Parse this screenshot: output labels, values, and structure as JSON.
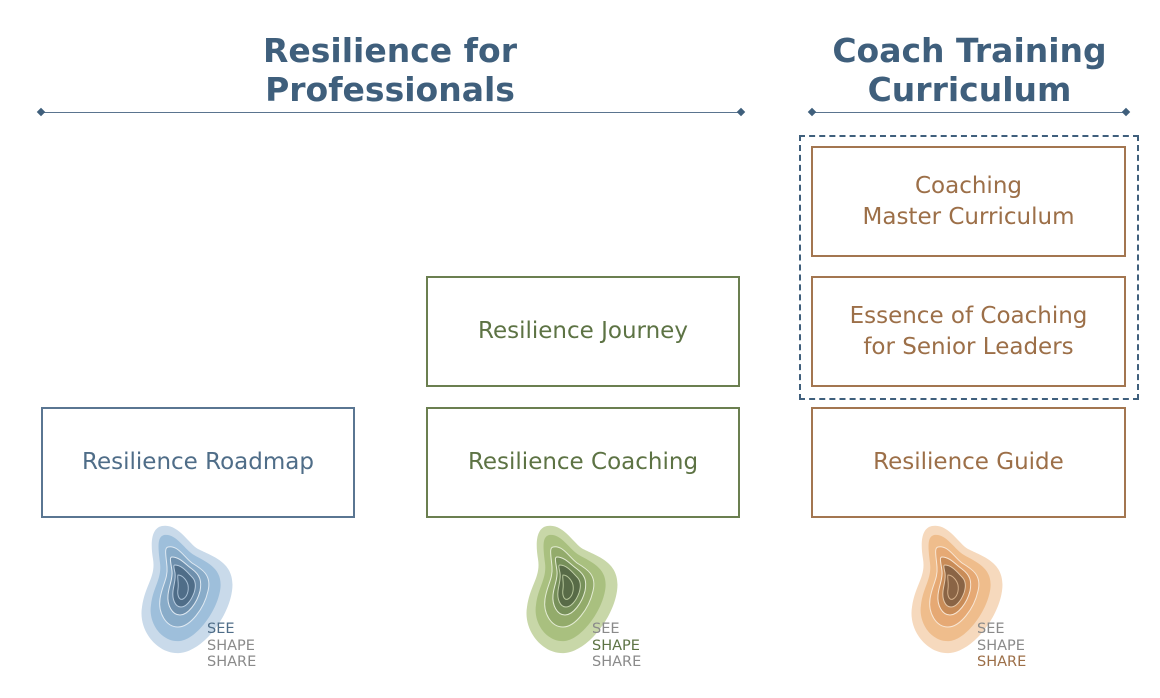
{
  "headings": {
    "left": "Resilience for\nProfessionals",
    "right": "Coach Training\nCurriculum"
  },
  "boxes": {
    "roadmap": "Resilience Roadmap",
    "journey": "Resilience Journey",
    "coaching": "Resilience Coaching",
    "master": "Coaching\nMaster Curriculum",
    "essence": "Essence of Coaching\nfor Senior Leaders",
    "guide": "Resilience Guide"
  },
  "logo_words": [
    "SEE",
    "SHAPE",
    "SHARE"
  ],
  "colors": {
    "blue": "#4f6d88",
    "green": "#5d7344",
    "brown": "#9c6f48",
    "heading": "#3f5f7c"
  }
}
